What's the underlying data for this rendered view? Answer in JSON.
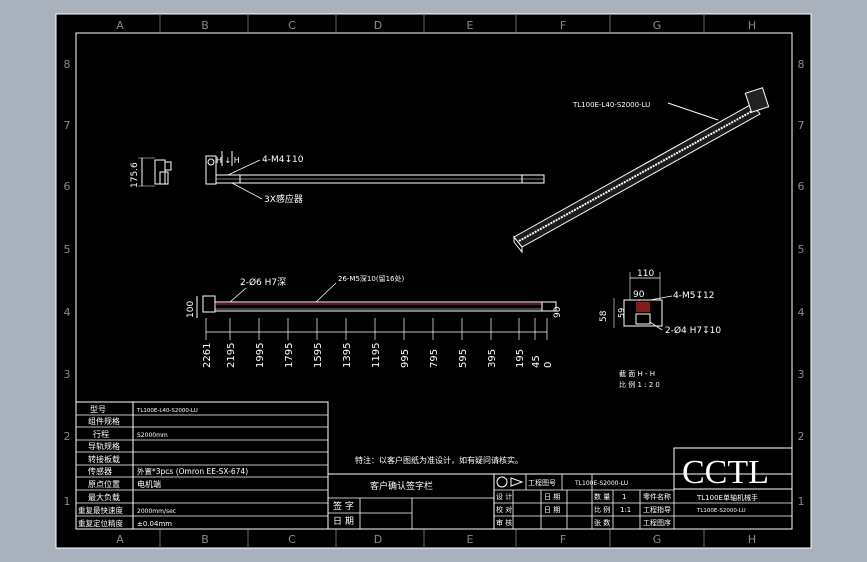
{
  "sheet": {
    "col_labels": [
      "A",
      "B",
      "C",
      "D",
      "E",
      "F",
      "G",
      "H"
    ],
    "row_labels": [
      "8",
      "7",
      "6",
      "5",
      "4",
      "3",
      "2",
      "1"
    ]
  },
  "views": {
    "iso_callout": "TL100E-L40-S2000-LU",
    "side_dim_height": "175.6",
    "side_callout_holes": "4-M4↧10",
    "side_callout_sensor": "3X感应器",
    "side_h_marks": "H ↓ H",
    "front_callout_dowel": "2-Ø6 H7深",
    "front_callout_tap": "26-M5深10(留16处)",
    "front_dim_height": "100",
    "front_dim_right": "90",
    "front_positions": [
      "2261",
      "2195",
      "1995",
      "1795",
      "1595",
      "1395",
      "1195",
      "995",
      "795",
      "595",
      "395",
      "195",
      "45",
      "0"
    ],
    "section_dim_top": "110",
    "section_dim_inner": "90",
    "section_dim_left": "58",
    "section_dim_mid": "59",
    "section_callout_tap": "4-M5↧12",
    "section_callout_dowel": "2-Ø4 H7↧10",
    "section_title": "截  面  H - H",
    "section_scale": "比  例  1 : 2 0"
  },
  "spec_table": {
    "rows": [
      {
        "label": "型号",
        "value": "TL100E-L40-S2000-LU"
      },
      {
        "label": "组件规格",
        "value": ""
      },
      {
        "label": "行程",
        "value": "S2000mm"
      },
      {
        "label": "导轨规格",
        "value": ""
      },
      {
        "label": "转接板载",
        "value": ""
      },
      {
        "label": "传感器",
        "value": "外置*3pcs (Omron EE-SX-674)"
      },
      {
        "label": "原点位置",
        "value": "电机端"
      },
      {
        "label": "最大负载",
        "value": ""
      },
      {
        "label": "重复最快速度",
        "value": "2000mm/sec"
      },
      {
        "label": "重复定位精度",
        "value": "±0.04mm"
      }
    ]
  },
  "notes": {
    "special": "特注：以客户图纸为准设计，如有疑问请核实。",
    "approval_title": "客户确认签字栏",
    "sign_label": "签 字",
    "date_label": "日 期"
  },
  "title_block": {
    "drawing_no_label": "工程图号",
    "drawing_no": "TL100E-S2000-LU",
    "logo": "CCTL",
    "product_name": "TL100E单轴机械手",
    "product_code": "TL100E-S2000-LU",
    "design_label": "设 计",
    "check_label": "校 对",
    "audit_label": "审 核",
    "date_label": "日 期",
    "qty_label": "数 量",
    "qty": "1",
    "scale_label": "比 例",
    "scale": "1:1",
    "pages_label": "张 数",
    "part_name_label": "零件名称",
    "project_label": "工程指导",
    "drawing_label": "工程图序"
  },
  "colors": {
    "background": "#a9b1bc",
    "sheet": "#000000",
    "lines": "#ffffff",
    "dimension": "#ff3b3b"
  }
}
